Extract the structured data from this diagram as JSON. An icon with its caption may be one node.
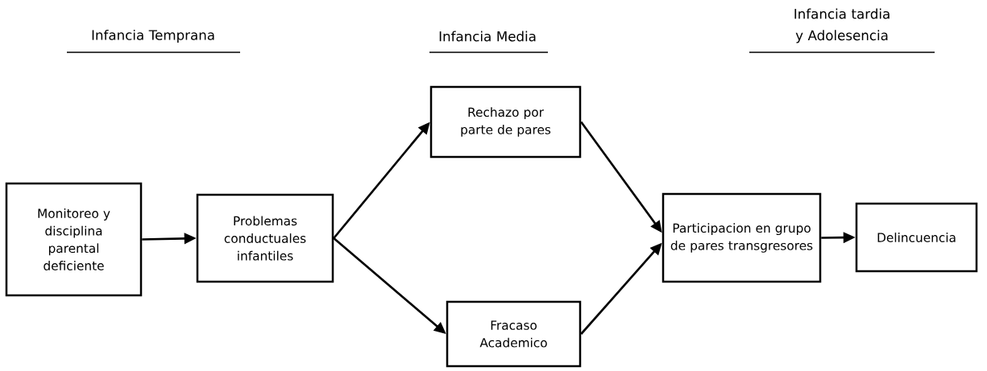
{
  "diagram": {
    "nodes": [
      {
        "text": [
          "Monitoreo y disciplina parental deficiente"
        ]
      },
      {
        "text": [
          "Problemas conductuales infantiles"
        ]
      },
      {
        "text": [
          "Rechazo por parte de pares"
        ]
      },
      {
        "text": [
          "Fracaso Academico"
        ]
      },
      {
        "text": [
          "Participacion en grupo de pares transgresores"
        ]
      },
      {
        "text": [
          "Delincuencia"
        ]
      }
    ],
    "edges": [
      {
        "from": 0,
        "to": 1,
        "arrow": "to"
      },
      {
        "from": 1,
        "to": 2,
        "arrow": "to"
      },
      {
        "from": 1,
        "to": 3,
        "arrow": "to"
      },
      {
        "from": 2,
        "to": 4,
        "arrow": "to"
      },
      {
        "from": 3,
        "to": 4,
        "arrow": "to"
      },
      {
        "from": 4,
        "to": 5,
        "arrow": "to"
      }
    ],
    "labels": [
      "Infancia Temprana",
      "Infancia Media",
      "Infancia tardia y Adolesencia"
    ]
  }
}
